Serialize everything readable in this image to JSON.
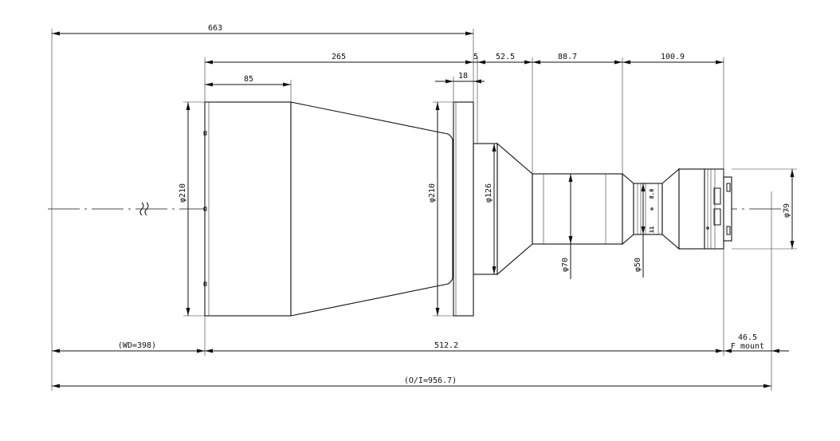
{
  "dimensions": {
    "overall_length": "663",
    "front_to_flange": "265",
    "front_barrel_length": "85",
    "flange_gap": "5",
    "flange_thickness": "18",
    "seg_52_5": "52.5",
    "seg_88_7": "88.7",
    "seg_100_9": "100.9",
    "working_distance": "(WD=398)",
    "body_length": "512.2",
    "mount_distance": "46.5",
    "mount_type": "F mount",
    "object_to_image": "(O/I=956.7)"
  },
  "diameters": {
    "front": "φ210",
    "flange": "φ210",
    "flange_boss": "φ126",
    "mid_barrel": "φ70",
    "rear_barrel": "φ50",
    "mount": "φ79"
  },
  "barrel_engravings": {
    "upper": "8.0",
    "lower": "11"
  }
}
